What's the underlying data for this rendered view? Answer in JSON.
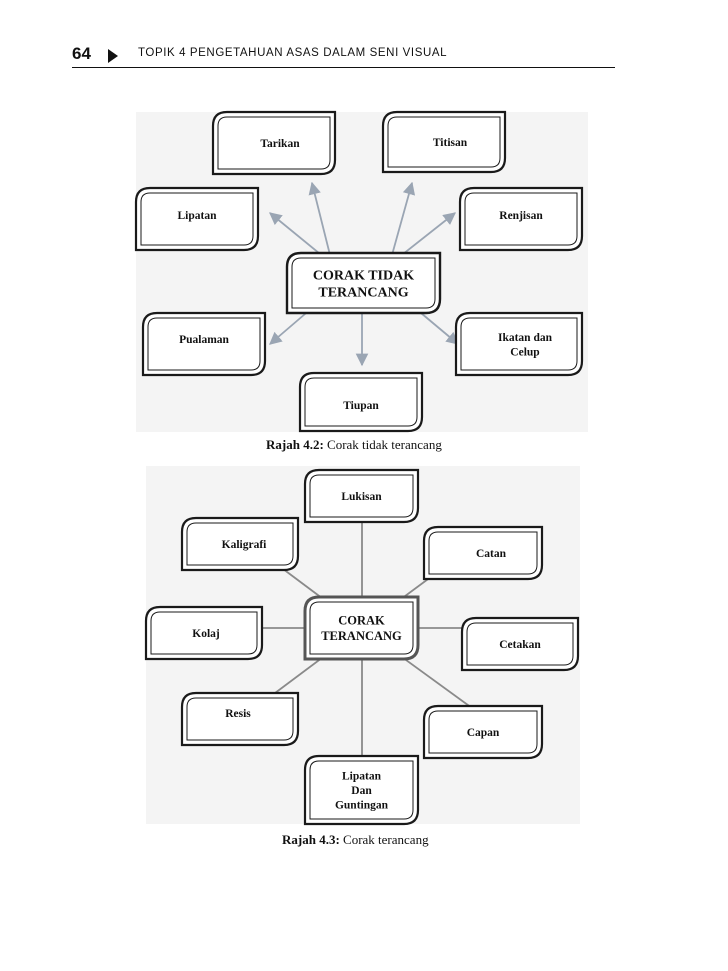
{
  "header": {
    "page_number": "64",
    "running_title": "TOPIK 4  PENGETAHUAN ASAS DALAM SENI VISUAL"
  },
  "figure1": {
    "center": [
      "CORAK TIDAK",
      "TERANCANG"
    ],
    "nodes": {
      "tarikan": [
        "Tarikan"
      ],
      "titisan": [
        "Titisan"
      ],
      "lipatan": [
        "Lipatan"
      ],
      "renjisan": [
        "Renjisan"
      ],
      "pualaman": [
        "Pualaman"
      ],
      "ikatan": [
        "Ikatan dan",
        "Celup"
      ],
      "tiupan": [
        "Tiupan"
      ]
    },
    "caption_label": "Rajah 4.2:",
    "caption_text": " Corak tidak terancang"
  },
  "figure2": {
    "center": [
      "CORAK",
      "TERANCANG"
    ],
    "nodes": {
      "lukisan": [
        "Lukisan"
      ],
      "kaligrafi": [
        "Kaligrafi"
      ],
      "catan": [
        "Catan"
      ],
      "kolaj": [
        "Kolaj"
      ],
      "cetakan": [
        "Cetakan"
      ],
      "resis": [
        "Resis"
      ],
      "capan": [
        "Capan"
      ],
      "lipatan": [
        "Lipatan",
        "Dan",
        "Guntingan"
      ]
    },
    "caption_label": "Rajah 4.3:",
    "caption_text": " Corak terancang"
  },
  "colors": {
    "diagram_bg": "#f4f4f4",
    "arrow": "#9aa5b3",
    "connector": "#8a8a8a",
    "box_border": "#1a1a1a",
    "center_border": "#555555"
  }
}
